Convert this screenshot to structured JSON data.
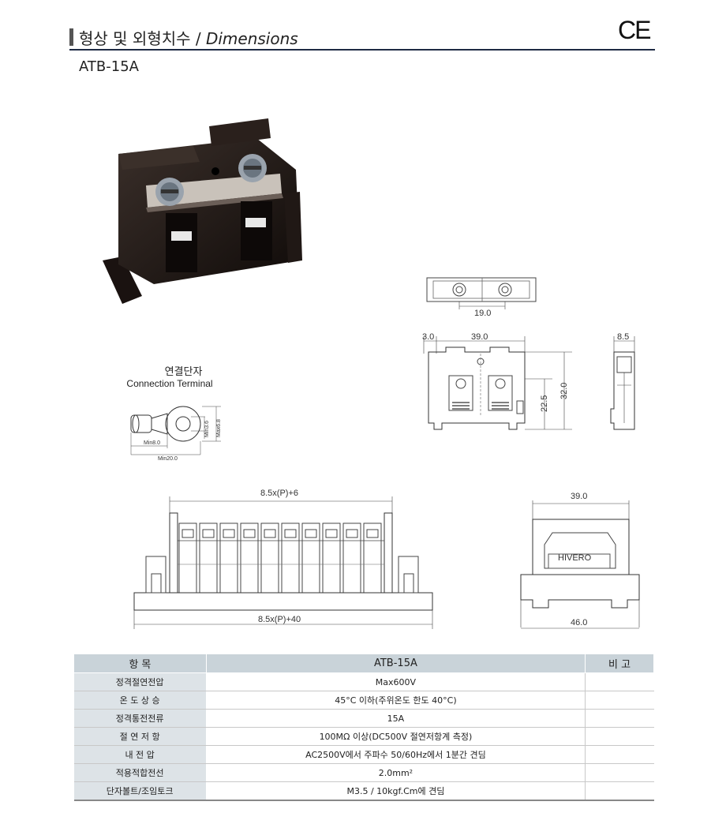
{
  "header": {
    "title_ko": "형상 및 외형치수",
    "title_sep": " / ",
    "title_en": "Dimensions",
    "ce_mark": "CE",
    "model": "ATB-15A"
  },
  "terminal": {
    "label_ko": "연결단자",
    "label_en": "Connection Terminal",
    "dims": [
      "Min3.6",
      "Max6.8",
      "Min8.0",
      "Min20.0"
    ]
  },
  "dims": {
    "top_view": "19.0",
    "front_width": "39.0",
    "front_left": "3.0",
    "front_h1": "22.5",
    "front_h2": "32.0",
    "side_width": "8.5",
    "assembly_top": "8.5x(P)+6",
    "assembly_bottom": "8.5x(P)+40",
    "end_top": "39.0",
    "end_bottom": "46.0",
    "brand": "HIVERO"
  },
  "table": {
    "headers": [
      "항  목",
      "ATB-15A",
      "비  고"
    ],
    "rows": [
      {
        "item": "정격절연전압",
        "value": "Max600V",
        "note": ""
      },
      {
        "item": "온 도 상 승",
        "value": "45°C 이하(주위온도 한도 40°C)",
        "note": ""
      },
      {
        "item": "정격통전전류",
        "value": "15A",
        "note": ""
      },
      {
        "item": "절 연 저 항",
        "value": "100MΩ 이상(DC500V 절연저항계 측정)",
        "note": ""
      },
      {
        "item": "내 전 압",
        "value": "AC2500V에서 주파수 50/60Hz에서 1분간 견딤",
        "note": ""
      },
      {
        "item": "적용적합전선",
        "value": "2.0mm²",
        "note": ""
      },
      {
        "item": "단자볼트/조임토크",
        "value": "M3.5 / 10kgf.Cm에 견딤",
        "note": ""
      }
    ]
  }
}
